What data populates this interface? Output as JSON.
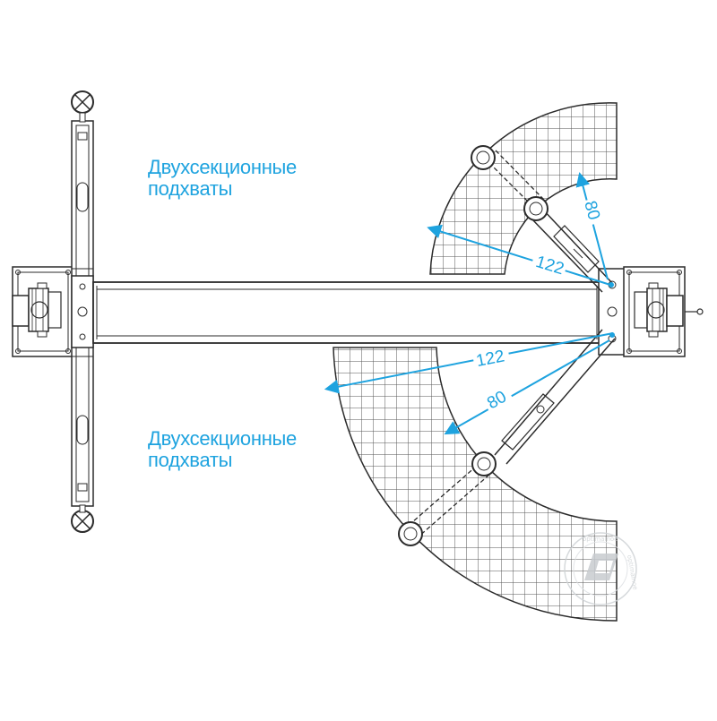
{
  "captions": {
    "top": {
      "line1": "Двухсекционные",
      "line2": "подхваты"
    },
    "bottom": {
      "line1": "Двухсекционные",
      "line2": "подхваты"
    }
  },
  "dimensions": {
    "upper_long": "122",
    "upper_short": "80",
    "lower_long": "122",
    "lower_short": "80"
  },
  "watermark": {
    "text_top": "optimalnoe",
    "text_side": "optimalnoe"
  },
  "colors": {
    "line": "#2b2b2b",
    "accent": "#1ea3df",
    "grid": "#555555",
    "watermark": "#c8ccd0"
  }
}
